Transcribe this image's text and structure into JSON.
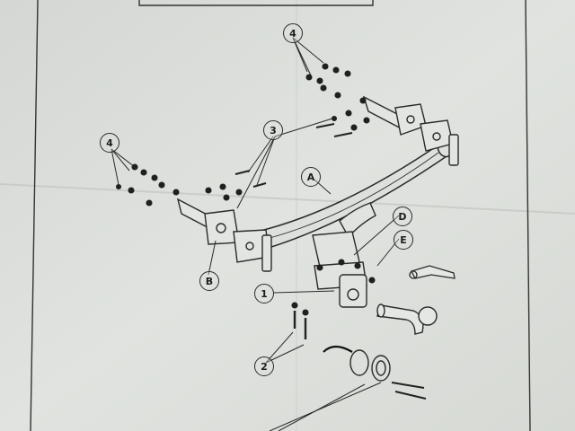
{
  "document": {
    "type": "towbar fitting diagram (photo of printed page)",
    "colors": {
      "paper": "#dcdfdc",
      "ink": "#2a2a2a",
      "shadow": "#b9bcb8"
    }
  },
  "callouts": {
    "c4_top": "4",
    "c4_left": "4",
    "c3": "3",
    "cA": "A",
    "cB": "B",
    "cD": "D",
    "cE": "E",
    "c1": "1",
    "c2": "2"
  }
}
